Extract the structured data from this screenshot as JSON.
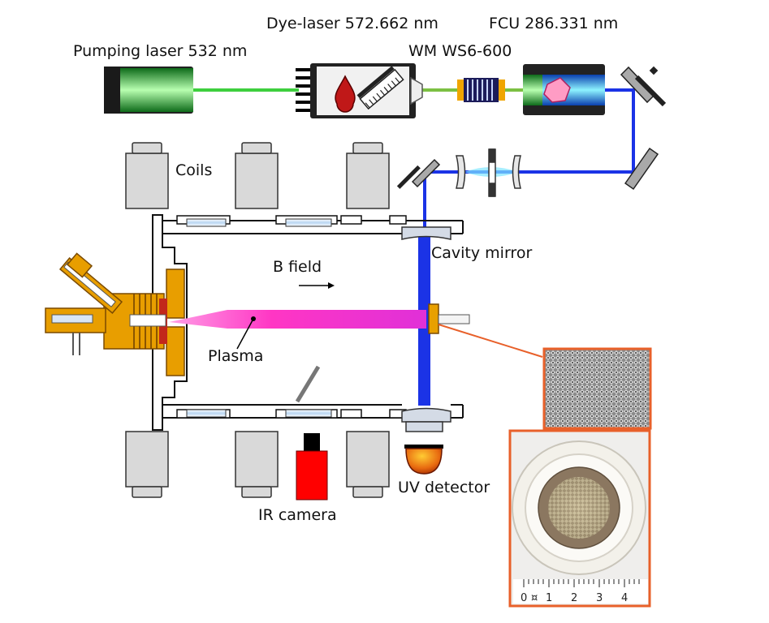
{
  "labels": {
    "pumping_laser": "Pumping laser 532 nm",
    "dye_laser": "Dye-laser 572.662 nm",
    "fcu": "FCU 286.331 nm",
    "wavemeter": "WM WS6-600",
    "coils": "Coils",
    "cavity_mirror": "Cavity mirror",
    "b_field": "B field",
    "plasma": "Plasma",
    "uv_detector": "UV detector",
    "ir_camera": "IR camera"
  },
  "ruler_ticks": [
    "0",
    "1",
    "2",
    "3",
    "4"
  ],
  "colors": {
    "green_beam": "#3ecf3e",
    "dye_beam": "#7cc043",
    "uv_beam": "#1b33e6",
    "plasma": "#ff38c8",
    "copper": "#f0a800",
    "inset_border": "#e8602a",
    "ir_camera": "#ff0000",
    "coil_fill": "#d9d9d9"
  },
  "icons": {
    "coil": "rectangle-block",
    "mirror": "angled-plate",
    "detector": "dome",
    "camera": "red-box"
  }
}
